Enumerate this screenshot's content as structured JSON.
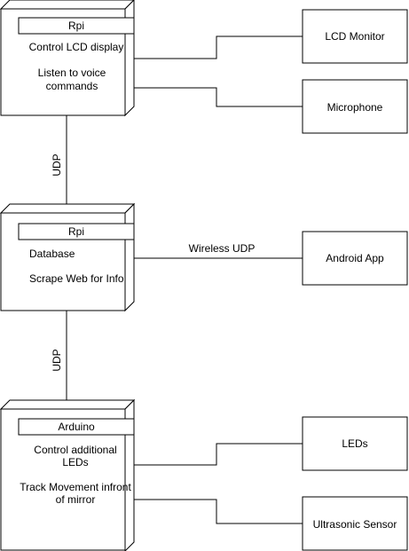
{
  "nodes": {
    "rpi_display": {
      "title": "Rpi",
      "lines": [
        "Control LCD display",
        "Listen to voice",
        "commands"
      ]
    },
    "rpi_server": {
      "title": "Rpi",
      "lines": [
        "Database",
        "Scrape Web for Info"
      ]
    },
    "arduino": {
      "title": "Arduino",
      "lines": [
        "Control additional",
        "LEDs",
        "Track Movement infront",
        "of mirror"
      ]
    }
  },
  "peripherals": {
    "lcd_monitor": "LCD Monitor",
    "microphone": "Microphone",
    "android_app": "Android App",
    "leds": "LEDs",
    "ultrasonic_sensor": "Ultrasonic Sensor"
  },
  "edges": {
    "udp_top": "UDP",
    "udp_bottom": "UDP",
    "wireless": "Wireless UDP"
  },
  "colors": {
    "stroke": "#000000",
    "fill": "#ffffff"
  }
}
